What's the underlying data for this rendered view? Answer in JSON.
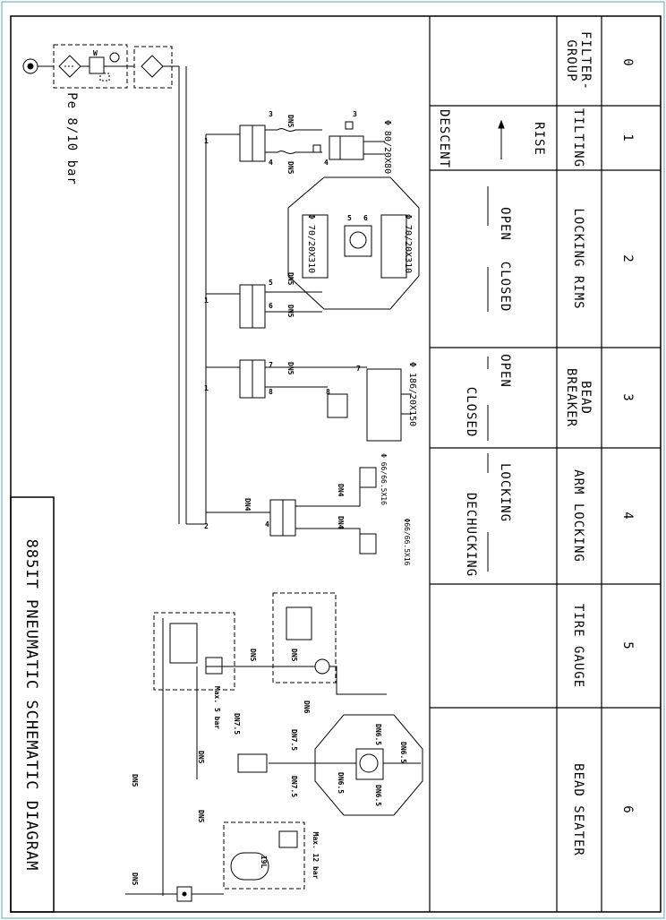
{
  "title": "885IT PNEUMATIC SCHEMATIC DIAGRAM",
  "supply_pressure": "Pe 8/10 bar",
  "columns": [
    {
      "number": "0",
      "name": "FILTER-GROUP",
      "lines": [
        "FILTER-",
        "GROUP"
      ]
    },
    {
      "number": "1",
      "name": "TILTING",
      "lines": [
        "TILTING"
      ]
    },
    {
      "number": "2",
      "name": "LOCKING RIMS",
      "lines": [
        "LOCKING RIMS"
      ]
    },
    {
      "number": "3",
      "name": "BEAD BREAKER",
      "lines": [
        "BEAD",
        "BREAKER"
      ]
    },
    {
      "number": "4",
      "name": "ARM LOCKING",
      "lines": [
        "ARM LOCKING"
      ]
    },
    {
      "number": "5",
      "name": "TIRE GAUGE",
      "lines": [
        "TIRE GAUGE"
      ]
    },
    {
      "number": "6",
      "name": "BEAD SEATER",
      "lines": [
        "BEAD SEATER"
      ]
    }
  ],
  "actions": {
    "tilting": [
      "RISE",
      "DESCENT"
    ],
    "locking_rims": [
      "OPEN",
      "CLOSED"
    ],
    "bead_breaker": [
      "OPEN",
      "CLOSED"
    ],
    "arm_locking": [
      "LOCKING",
      "DECHUCKING"
    ]
  },
  "cylinders": {
    "tilting": "Φ 80/20X80",
    "locking_rims_a": "Φ 70/20X310",
    "locking_rims_b": "Φ 70/20X310",
    "bead_breaker": "Φ 186/20X150",
    "arm_locking_a": "Φ 66/66.5X16",
    "arm_locking_b": "Φ66/66.5X16"
  },
  "pipe_labels": {
    "dn5": "DN5",
    "dn4": "DN4",
    "dn6": "DN6",
    "dn6_5": "DN6.5",
    "dn7_5": "DN7.5"
  },
  "port_numbers": [
    "1",
    "2",
    "3",
    "4",
    "5",
    "6",
    "7",
    "8"
  ],
  "limits": {
    "gauge_max": "Max. 5 bar",
    "tank_max": "Max. 12 bar"
  },
  "tank": {
    "volume": "19L"
  },
  "valve_marks": {
    "w": "W"
  }
}
